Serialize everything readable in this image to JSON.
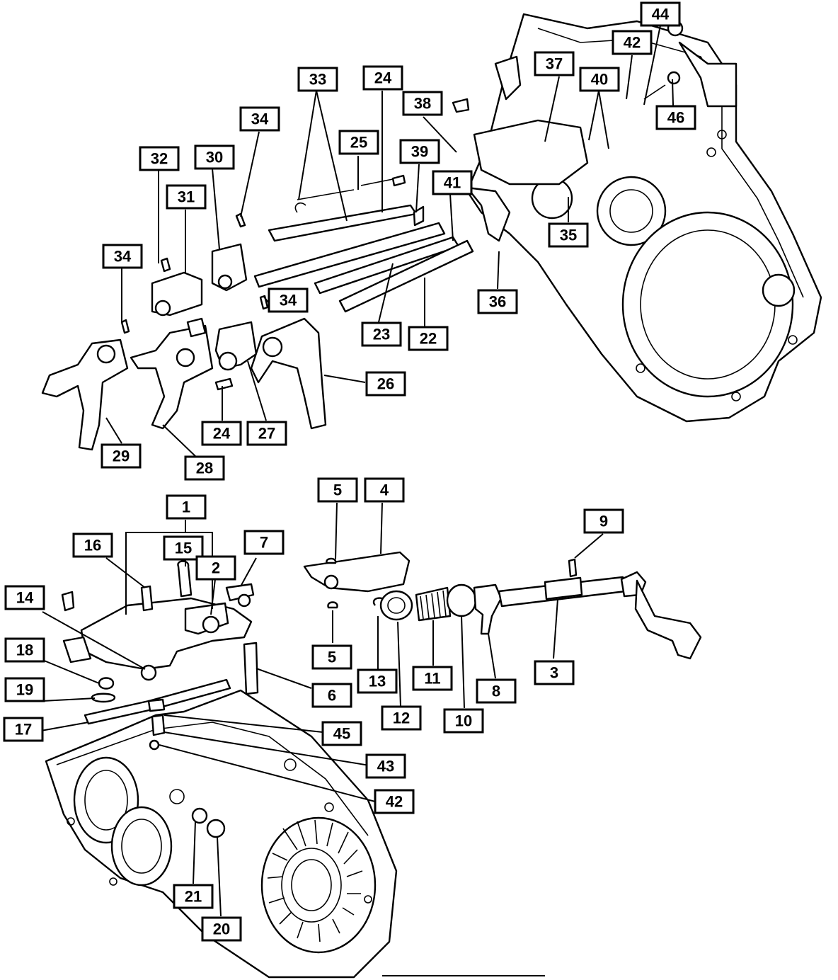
{
  "diagram": {
    "callouts_top": [
      "44",
      "42",
      "37",
      "40",
      "33",
      "24",
      "38",
      "46",
      "25",
      "39",
      "34",
      "32",
      "30",
      "31",
      "41",
      "35",
      "34",
      "36",
      "34",
      "23",
      "22",
      "26",
      "24",
      "27",
      "29",
      "28"
    ],
    "callouts_bottom": [
      "1",
      "5",
      "4",
      "9",
      "16",
      "15",
      "7",
      "2",
      "14",
      "18",
      "19",
      "17",
      "6",
      "5",
      "13",
      "12",
      "11",
      "10",
      "8",
      "3",
      "45",
      "43",
      "42",
      "21",
      "20"
    ]
  }
}
